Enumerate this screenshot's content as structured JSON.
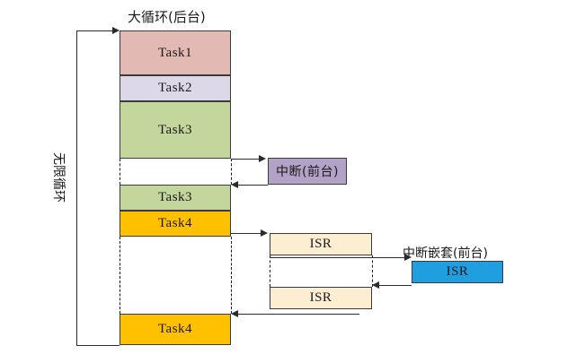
{
  "diagram": {
    "title": "大循环(后台)",
    "loop_label": "无限循环",
    "nested_label": "中断嵌套(前台)",
    "colors": {
      "task1": "#e2b9b3",
      "task2": "#ddd8e8",
      "task3": "#c3d69b",
      "task4": "#ffc000",
      "interrupt": "#b3a2c7",
      "isr_cream": "#fdeed2",
      "isr_blue": "#1f9fe0",
      "stroke": "#3a3a3a",
      "line": "#2b2b2b"
    },
    "background_blocks": [
      {
        "label": "Task1",
        "color_key": "task1"
      },
      {
        "label": "Task2",
        "color_key": "task2"
      },
      {
        "label": "Task3",
        "color_key": "task3"
      },
      {
        "label": "Task3",
        "color_key": "task3"
      },
      {
        "label": "Task4",
        "color_key": "task4"
      },
      {
        "label": "Task4",
        "color_key": "task4"
      }
    ],
    "interrupt_box": {
      "label": "中断(前台)",
      "color_key": "interrupt"
    },
    "isr_boxes": [
      {
        "label": "ISR",
        "color_key": "isr_cream"
      },
      {
        "label": "ISR",
        "color_key": "isr_cream"
      }
    ],
    "nested_isr_box": {
      "label": "ISR",
      "color_key": "isr_blue"
    }
  }
}
